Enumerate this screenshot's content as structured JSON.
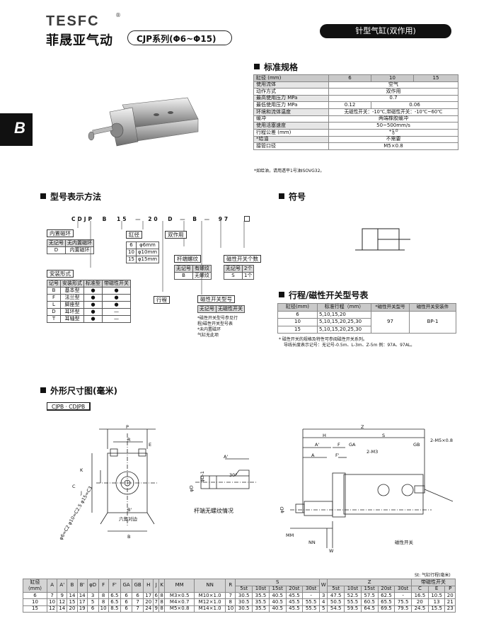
{
  "brand": {
    "en": "TESFC",
    "reg": "®",
    "cn": "菲晟亚气动"
  },
  "header": {
    "series": "CJP系列(Φ6~Φ15)",
    "title": "针型气缸(双作用)"
  },
  "side_tab": "B",
  "spec": {
    "title": "标准规格",
    "header": [
      "缸径 (mm)",
      "6",
      "10",
      "15"
    ],
    "rows": [
      {
        "k": "使用流体",
        "v": "空气"
      },
      {
        "k": "动作方式",
        "v": "双作用"
      },
      {
        "k": "最高使用压力 MPa",
        "v": "0.7"
      },
      {
        "k": "最低使用压力 MPa",
        "v1": "0.12",
        "v2": "0.06"
      },
      {
        "k": "环境和流体温度",
        "v1": "无磁性开关：-10℃",
        "v2": "带磁性开关：-10℃~60℃"
      },
      {
        "k": "缓冲",
        "v": "两端橡胶缓冲"
      },
      {
        "k": "使用活塞速度",
        "v": "50~500mm/s"
      },
      {
        "k": "行程公差 (mm)",
        "v_top": "+1.0",
        "v_bot": "0"
      },
      {
        "k": "*给油",
        "v": "不需要"
      },
      {
        "k": "接管口径",
        "v": "M5×0.8"
      }
    ],
    "note": "*如给油，请用透平1号油ISOVG32。"
  },
  "model": {
    "title": "型号表示方法",
    "code": [
      "C",
      "D",
      "J",
      "P",
      "B",
      "15",
      "—",
      "20",
      "D",
      "—",
      "B",
      "—",
      "97",
      ""
    ],
    "builtin": {
      "title": "内置磁环",
      "h1": "无记号",
      "h2": "无内置磁环",
      "r1": "D",
      "r2": "内置磁环"
    },
    "bore": {
      "title": "缸径",
      "rows": [
        [
          "6",
          "φ6mm"
        ],
        [
          "10",
          "φ10mm"
        ],
        [
          "15",
          "φ15mm"
        ]
      ]
    },
    "double": "双作用",
    "rod": {
      "title": "杆端螺纹",
      "h1": "无记号",
      "h2": "有螺纹",
      "r1": "B",
      "r2": "无螺纹"
    },
    "sw_count": {
      "title": "磁性开关个数",
      "h1": "无记号",
      "h2": "2个",
      "r1": "S",
      "r2": "1个"
    },
    "mount": {
      "title": "安装形式",
      "hdr": [
        "记号",
        "安装形式",
        "标准型",
        "带磁性开关"
      ],
      "rows": [
        [
          "B",
          "基本型",
          "●",
          "●"
        ],
        [
          "F",
          "法兰型",
          "●",
          "●"
        ],
        [
          "L",
          "脚座型",
          "●",
          "●"
        ],
        [
          "D",
          "耳环型",
          "●",
          "—"
        ],
        [
          "T",
          "耳轴型",
          "●",
          "—"
        ]
      ]
    },
    "stroke_lbl": "行程",
    "sw_model": {
      "title": "磁性开关型号",
      "h1": "无记号",
      "h2": "无磁性开关"
    },
    "notes": [
      "*磁性开关型号参见行",
      "程/磁性开关型号表",
      "*未内置磁环",
      "气缸无此项"
    ]
  },
  "symbol": {
    "title": "符号"
  },
  "stroke_table": {
    "title": "行程/磁性开关型号表",
    "header": [
      "缸径(mm)",
      "标准行程（mm）",
      "*磁性开关型号",
      "磁性开关安装件"
    ],
    "rows": [
      [
        "6",
        "5,10,15,20"
      ],
      [
        "10",
        "5,10,15,20,25,30"
      ],
      [
        "15",
        "5,10,15,20,25,30"
      ]
    ],
    "switch": "97",
    "bracket": "BP-1",
    "notes": [
      "* 磁性开关的规格及特性可参阅磁性开关系列。",
      "导线长度表示记号：无记号-0.5m、L-3m、Z-5m  例：97A、97AL。"
    ]
  },
  "outline": {
    "title": "外形尺寸图(毫米)",
    "tag": "CJPB · CDJPB",
    "left_labels": [
      "P",
      "R",
      "E",
      "K",
      "C",
      "J",
      "B'",
      "六角对边",
      "B",
      "φ6=C2",
      "φ10=C2.5",
      "φ15=C3"
    ],
    "rod_caption": "杆端无螺纹情况",
    "rod_labels": [
      "A'",
      "φD-1",
      "φD",
      "30°"
    ],
    "right_labels": [
      "Z",
      "H",
      "S",
      "A'",
      "F",
      "GA",
      "2-M3",
      "GB",
      "2-M5×0.8",
      "A",
      "F'",
      "φD",
      "MM",
      "NN",
      "W",
      "磁性开关"
    ]
  },
  "dims": {
    "unit_note": "St: 气缸行程(毫米)",
    "head1": [
      "缸径\n(mm)",
      "A",
      "A'",
      "B",
      "B'",
      "φD",
      "F",
      "F'",
      "GA",
      "GB",
      "H",
      "J",
      "K",
      "MM",
      "NN",
      "R",
      "S",
      "W",
      "Z",
      "带磁性开关"
    ],
    "st": [
      "5st",
      "10st",
      "15st",
      "20st",
      "30st"
    ],
    "mag": [
      "C",
      "E",
      "P"
    ],
    "rows": [
      [
        "6",
        "7",
        "9",
        "14",
        "14",
        "3",
        "8",
        "6.5",
        "6",
        "6",
        "17",
        "6",
        "8",
        "M3×0.5",
        "M10×1.0",
        "7",
        "30.5",
        "35.5",
        "40.5",
        "45.5",
        "-",
        "3",
        "47.5",
        "52.5",
        "57.5",
        "62.5",
        "-",
        "16.5",
        "10.5",
        "20"
      ],
      [
        "10",
        "10",
        "12",
        "15",
        "17",
        "5",
        "8",
        "6.5",
        "6",
        "7",
        "20",
        "7",
        "8",
        "M4×0.7",
        "M12×1.0",
        "8",
        "30.5",
        "35.5",
        "40.5",
        "45.5",
        "55.5",
        "4",
        "50.5",
        "55.5",
        "60.5",
        "65.5",
        "75.5",
        "20",
        "13",
        "21"
      ],
      [
        "15",
        "12",
        "14",
        "20",
        "19",
        "6",
        "10",
        "8.5",
        "6",
        "7",
        "24",
        "9",
        "8",
        "M5×0.8",
        "M14×1.0",
        "10",
        "30.5",
        "35.5",
        "40.5",
        "45.5",
        "55.5",
        "5",
        "54.5",
        "59.5",
        "64.5",
        "69.5",
        "79.5",
        "24.5",
        "15.5",
        "23"
      ]
    ]
  }
}
